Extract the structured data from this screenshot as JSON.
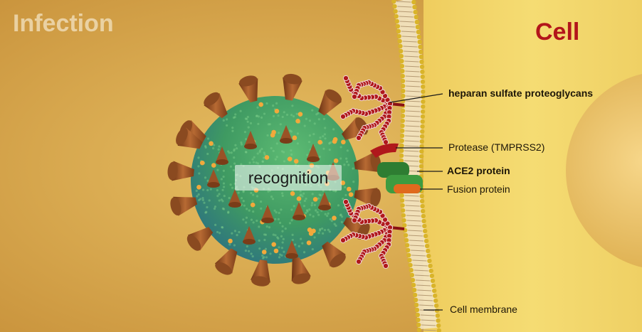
{
  "scene": {
    "left_heading": "Infection",
    "right_heading": "Cell",
    "virus_label": "recognition"
  },
  "labels": {
    "heparan": "heparan sulfate proteoglycans",
    "protease": "Protease (TMPRSS2)",
    "ace2": "ACE2 protein",
    "fusion": "Fusion protein",
    "membrane": "Cell membrane"
  },
  "colors": {
    "background_outside": "#d9a94e",
    "cell_interior": "#f2d468",
    "virus_green": "#3f9a62",
    "virus_teal": "#2f7f8b",
    "spike_brown": "#9a4f22",
    "receptor_red": "#b0181c",
    "ace2_green": "#2e7d32",
    "fusion_orange": "#e06a1e",
    "cell_title_red": "#b3151a"
  }
}
